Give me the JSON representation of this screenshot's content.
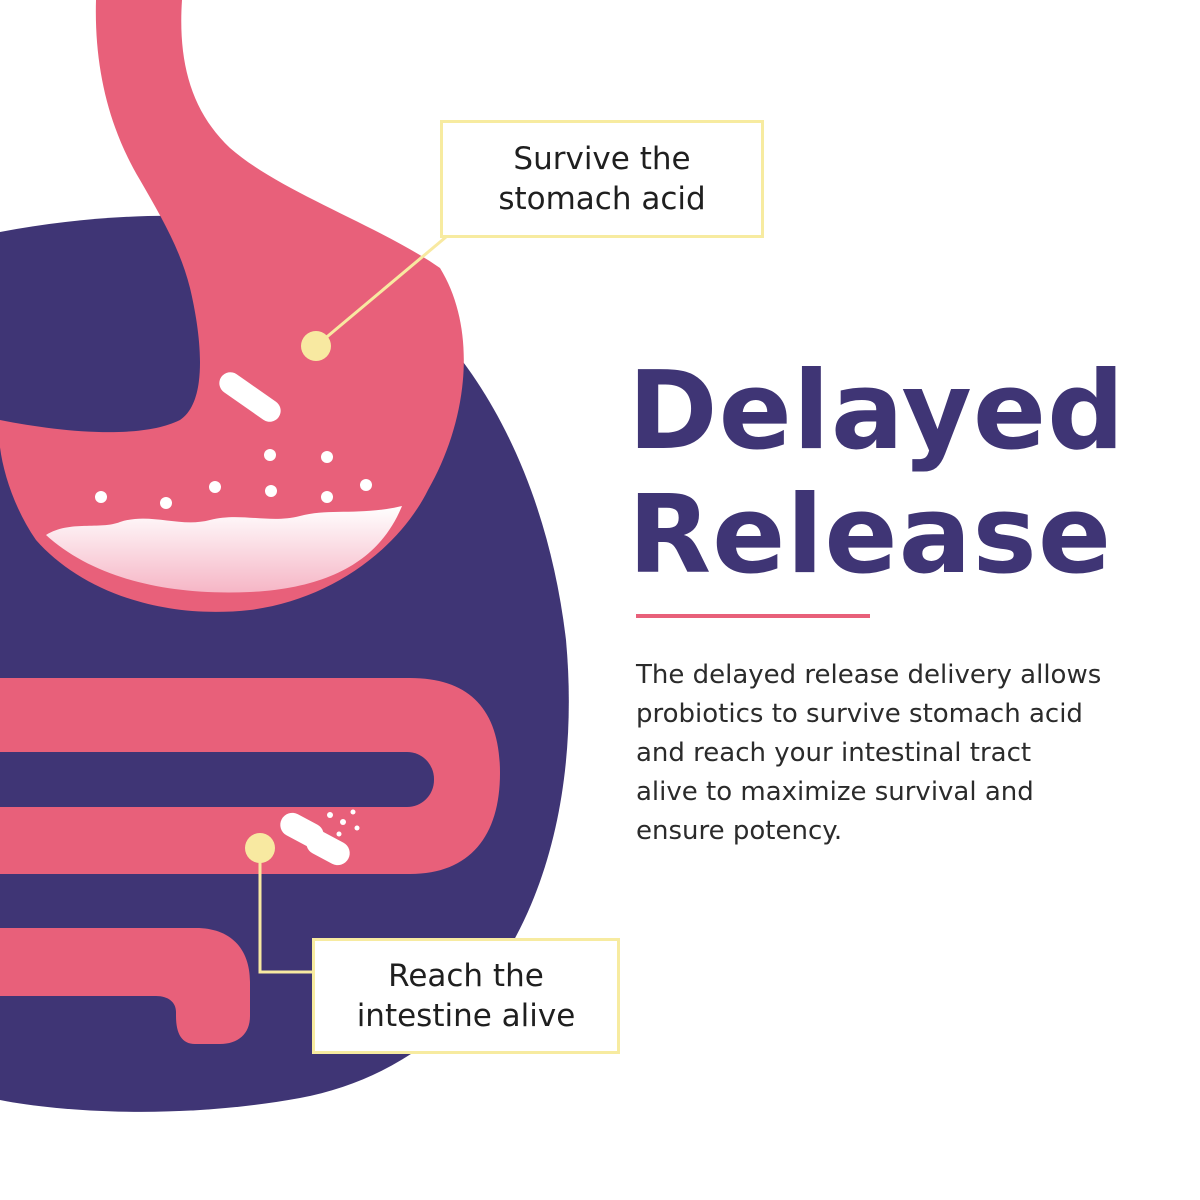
{
  "headline": {
    "line1": "Delayed",
    "line2": "Release"
  },
  "description": {
    "lines": [
      "The delayed release delivery allows",
      "probiotics to survive stomach acid",
      "and reach your intestinal tract",
      "alive to maximize survival and",
      "ensure potency."
    ]
  },
  "callouts": {
    "stomach": {
      "line1": "Survive the",
      "line2": "stomach acid"
    },
    "intestine": {
      "line1": "Reach the",
      "line2": "intestine alive"
    }
  },
  "colors": {
    "navy": "#3f3575",
    "pink": "#e8607a",
    "callout_border": "#f7eba0",
    "marker": "#f8e9a1",
    "acid": "#f8c9d4"
  },
  "icons": {
    "capsule": "capsule-icon",
    "open_capsule": "open-capsule-icon",
    "marker": "marker-dot-icon"
  }
}
